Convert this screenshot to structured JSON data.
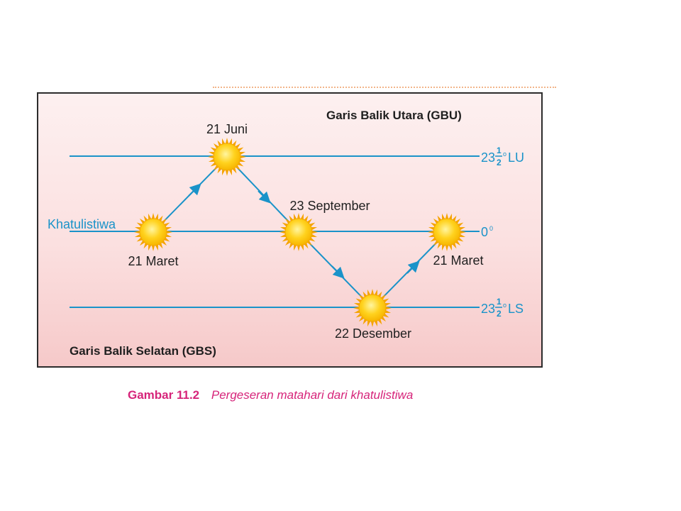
{
  "figure": {
    "gbu_title": "Garis Balik Utara (GBU)",
    "gbs_title": "Garis Balik Selatan (GBS)",
    "equator_label": "Khatulistiwa",
    "lines": {
      "north": {
        "whole": "23",
        "num": "1",
        "den": "2",
        "deg": "o",
        "suffix": "LU"
      },
      "equator": {
        "value": "0",
        "deg": "0"
      },
      "south": {
        "whole": "23",
        "num": "1",
        "den": "2",
        "deg": "o",
        "suffix": "LS"
      }
    },
    "suns": [
      {
        "date": "21 Maret"
      },
      {
        "date": "21 Juni"
      },
      {
        "date": "23 September"
      },
      {
        "date": "22 Desember"
      },
      {
        "date": "21 Maret"
      }
    ]
  },
  "caption": {
    "number": "Gambar 11.2",
    "text": "Pergeseran matahari dari khatulistiwa"
  },
  "colors": {
    "line": "#1a93c9",
    "sun_core": "#ffd21e",
    "sun_rays": "#f5a300",
    "caption": "#d6247a"
  }
}
